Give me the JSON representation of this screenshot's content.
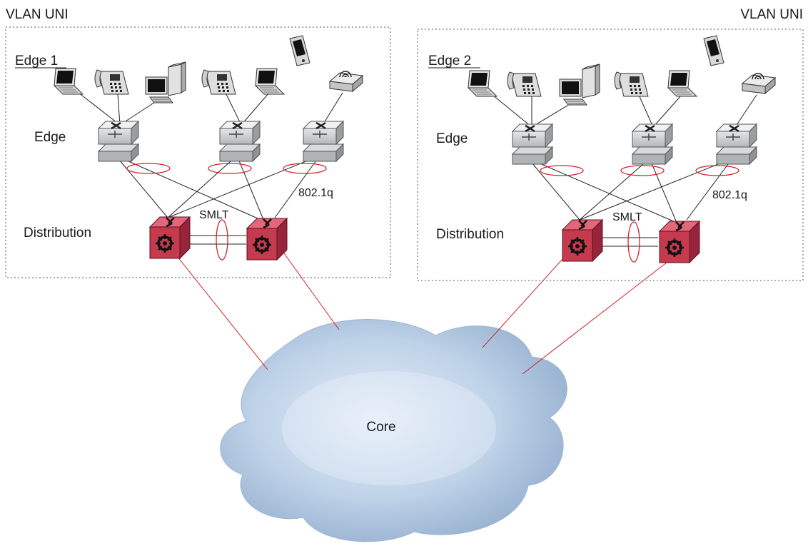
{
  "labels": {
    "vlan_uni_left": "VLAN UNI",
    "vlan_uni_right": "VLAN UNI",
    "core": "Core"
  },
  "sites": [
    {
      "title": "Edge 1",
      "edge_label": "Edge",
      "distribution_label": "Distribution",
      "smlt_label": "SMLT",
      "trunk_label": "802.1q"
    },
    {
      "title": "Edge 2",
      "edge_label": "Edge",
      "distribution_label": "Distribution",
      "smlt_label": "SMLT",
      "trunk_label": "802.1q"
    }
  ],
  "colors": {
    "distribution_switch": "#c63a4e",
    "edge_switch": "#c9ccce",
    "link": "#222222",
    "core_link": "#d0242b",
    "lag_ring": "#d0242b",
    "cloud": "#b8cfe6",
    "site_border": "#555555"
  },
  "icons": [
    "laptop-icon",
    "ip-phone-icon",
    "desktop-pc-icon",
    "pda-icon",
    "wireless-ap-icon",
    "edge-switch-icon",
    "distribution-switch-icon",
    "core-cloud-icon"
  ]
}
